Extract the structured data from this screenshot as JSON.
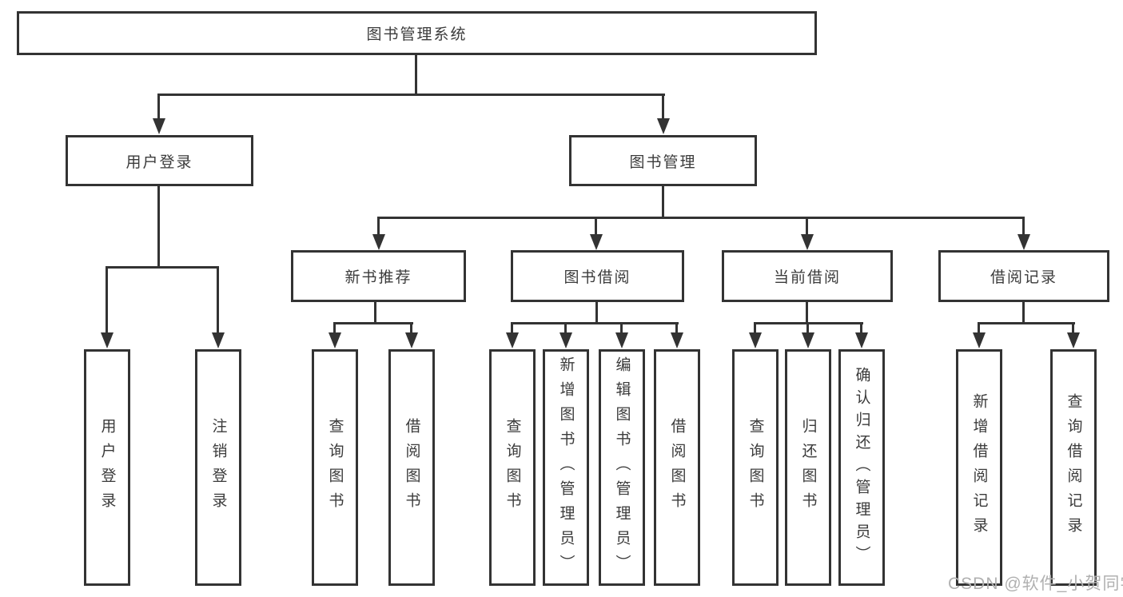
{
  "diagram": {
    "title": "图书管理系统",
    "level2": [
      {
        "label": "用户登录",
        "children": [
          "用户登录",
          "注销登录"
        ]
      },
      {
        "label": "图书管理",
        "groups": [
          {
            "label": "新书推荐",
            "children": [
              "查询图书",
              "借阅图书"
            ]
          },
          {
            "label": "图书借阅",
            "children": [
              "查询图书",
              "新增图书（管理员）",
              "编辑图书（管理员）",
              "借阅图书"
            ]
          },
          {
            "label": "当前借阅",
            "children": [
              "查询图书",
              "归还图书",
              "确认归还（管理员）"
            ]
          },
          {
            "label": "借阅记录",
            "children": [
              "新增借阅记录",
              "查询借阅记录"
            ]
          }
        ]
      }
    ]
  },
  "watermark": {
    "text": "CSDN @软件_小贺同学"
  },
  "colors": {
    "line": "#333333",
    "text": "#3b3b3b",
    "watermark": "#b0b0b0",
    "background": "#ffffff"
  }
}
